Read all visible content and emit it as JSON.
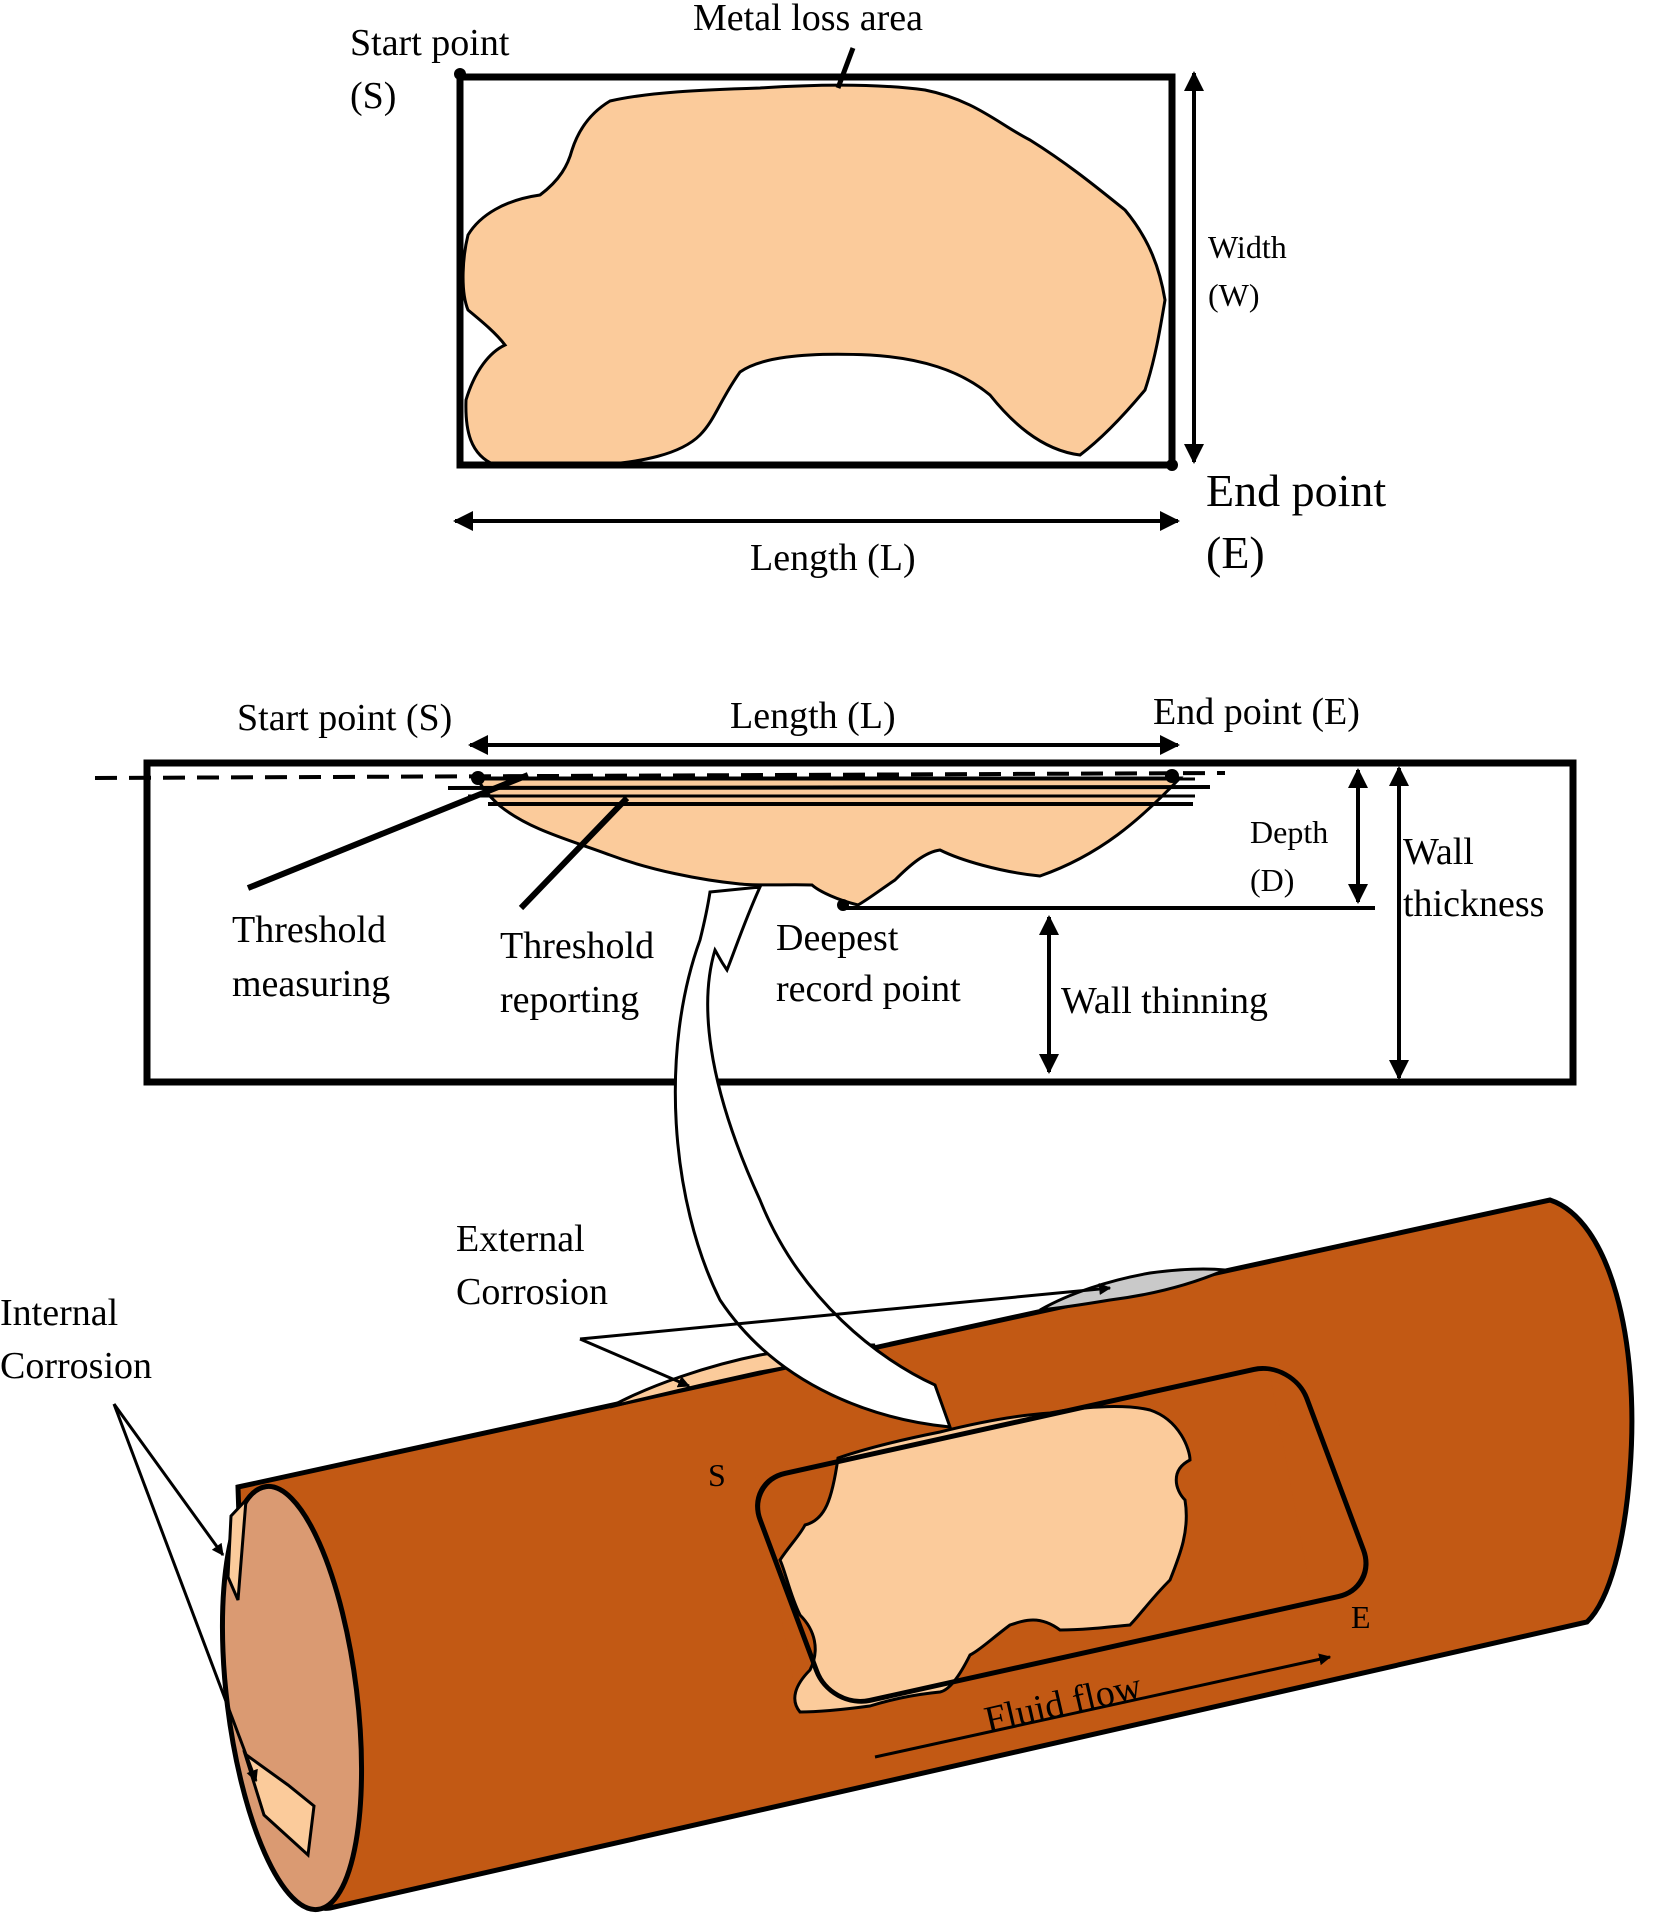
{
  "top_view": {
    "start_point_label": "Start point",
    "start_point_abbr": "(S)",
    "metal_loss_label": "Metal loss area",
    "width_label": "Width",
    "width_abbr": "(W)",
    "end_point_label": "End point",
    "end_point_abbr": "(E)",
    "length_label": "Length (L)"
  },
  "section_view": {
    "start_point_label": "Start point (S)",
    "length_label": "Length (L)",
    "end_point_label": "End point (E)",
    "depth_label": "Depth",
    "depth_abbr": "(D)",
    "wall_label": "Wall",
    "thickness_label": "thickness",
    "threshold_measuring_line1": "Threshold",
    "threshold_measuring_line2": "measuring",
    "threshold_reporting_line1": "Threshold",
    "threshold_reporting_line2": "reporting",
    "deepest_line1": "Deepest",
    "deepest_line2": "record point",
    "wall_thinning_label": "Wall thinning"
  },
  "pipe_view": {
    "external_line1": "External",
    "external_line2": "Corrosion",
    "internal_line1": "Internal",
    "internal_line2": "Corrosion",
    "s_label": "S",
    "e_label": "E",
    "fluid_flow_label": "Fluid flow"
  },
  "colors": {
    "metal_loss_fill": "#FBCB9B",
    "pipe_body": "#C25914",
    "pipe_end": "#DA9A72",
    "external_patch": "#C9C9C9",
    "outline": "#000000"
  }
}
